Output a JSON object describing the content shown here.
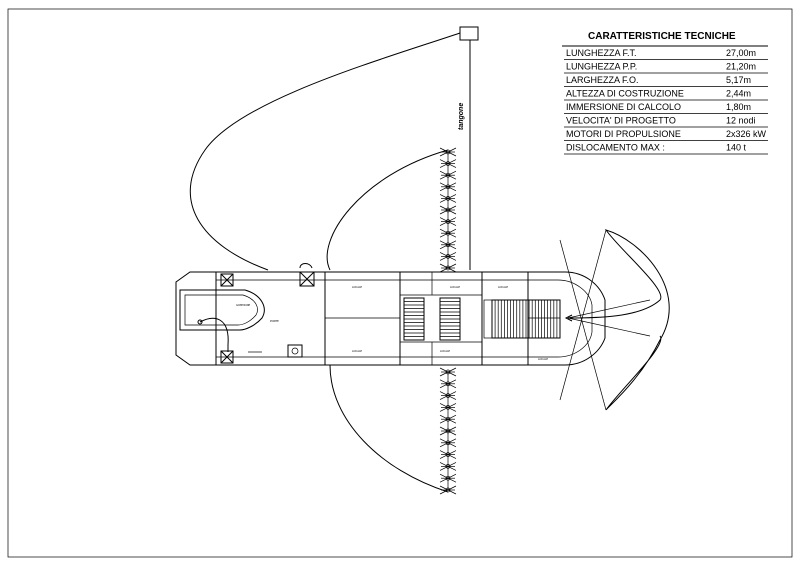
{
  "specs": {
    "title": "CARATTERISTICHE TECNICHE",
    "rows": [
      {
        "label": "LUNGHEZZA F.T.",
        "value": "27,00m"
      },
      {
        "label": "LUNGHEZZA P.P.",
        "value": "21,20m"
      },
      {
        "label": "LARGHEZZA F.O.",
        "value": "5,17m"
      },
      {
        "label": "ALTEZZA DI COSTRUZIONE",
        "value": "2,44m"
      },
      {
        "label": "IMMERSIONE DI CALCOLO",
        "value": "1,80m"
      },
      {
        "label": "VELOCITA' DI PROGETTO",
        "value": "12 nodi"
      },
      {
        "label": "MOTORI DI PROPULSIONE",
        "value": "2x326 kW"
      },
      {
        "label": "DISLOCAMENTO MAX :",
        "value": "140 t"
      }
    ]
  },
  "boom_label": "tangone",
  "room_labels": {
    "gommone": "GOMMONE",
    "ponte": "PONTE",
    "locale_a": "LOCALE",
    "locale_b": "LOCALE",
    "locale_c": "LOCALE",
    "locale_d": "LOCALE",
    "locale_e": "LOCALE",
    "locale_f": "LOCALE"
  }
}
